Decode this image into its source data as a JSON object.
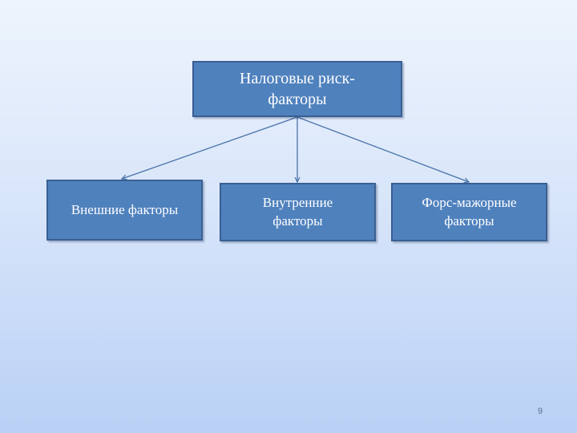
{
  "diagram": {
    "root": {
      "line1": "Налоговые риск-",
      "line2": "факторы"
    },
    "children": [
      {
        "line1": "Внешние факторы",
        "line2": ""
      },
      {
        "line1": "Внутренние",
        "line2": "факторы"
      },
      {
        "line1": "Форс-мажорные",
        "line2": "факторы"
      }
    ]
  },
  "page_number": "9",
  "colors": {
    "box_fill": "#4f81bd",
    "box_border": "#3a5f92",
    "connector": "#4a72a8",
    "background_top": "#eef4fd",
    "background_bottom": "#b9d0f5"
  }
}
